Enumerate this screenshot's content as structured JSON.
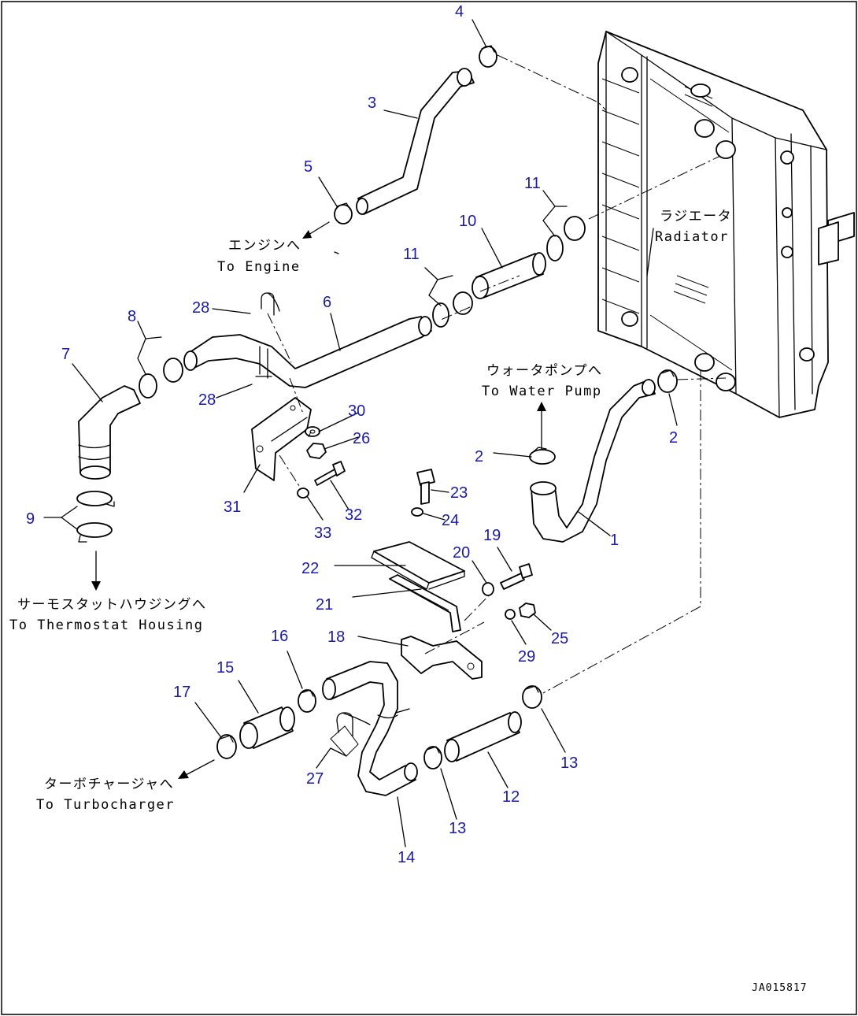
{
  "diagram": {
    "callouts": [
      "1",
      "2",
      "2",
      "3",
      "4",
      "5",
      "6",
      "7",
      "8",
      "9",
      "10",
      "11",
      "11",
      "12",
      "13",
      "13",
      "14",
      "15",
      "16",
      "17",
      "18",
      "19",
      "20",
      "21",
      "22",
      "23",
      "24",
      "25",
      "26",
      "27",
      "28",
      "28",
      "29",
      "30",
      "31",
      "32",
      "33"
    ],
    "notes": {
      "engine_jp": "エンジンへ",
      "engine_en": "To Engine",
      "radiator_jp": "ラジエータ",
      "radiator_en": "Radiator",
      "water_pump_jp": "ウォータポンプへ",
      "water_pump_en": "To Water Pump",
      "thermostat_jp": "サーモスタットハウジングへ",
      "thermostat_en": "To Thermostat Housing",
      "turbo_jp": "ターボチャージャへ",
      "turbo_en": "To Turbocharger"
    },
    "drawing_code": "JA015817"
  }
}
